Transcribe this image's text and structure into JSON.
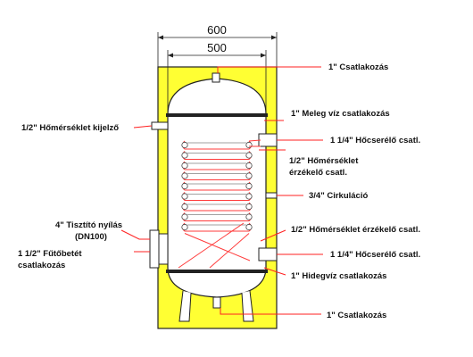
{
  "dimensions": {
    "outer": "600",
    "inner": "500"
  },
  "colors": {
    "insulation": "#ffff33",
    "tank_fill": "#ffffff",
    "outline": "#222222",
    "coil": "#ff3b3b",
    "leader": "#ff2020",
    "text": "#111111"
  },
  "labels": {
    "top_connection": "1\" Csatlakozás",
    "hot_water": "1\" Meleg víz csatlakozás",
    "temp_indicator": "1/2\" Hőmérséklet kijelző",
    "hx_conn_upper": "1 1/4\" Hőcserélő  csatl.",
    "temp_sensor_upper_line1": "1/2\" Hőmérséklet",
    "temp_sensor_upper_line2": "érzékelő csatl.",
    "circulation": "3/4\" Cirkuláció",
    "cleaning_line1": "4\" Tisztító nyílás",
    "cleaning_line2": "(DN100)",
    "temp_sensor_lower": "1/2\" Hőmérséklet  érzékelő csatl.",
    "heating_element_line1": "1 1/2\" Fűtőbetét",
    "heating_element_line2": "csatlakozás",
    "hx_conn_lower": "1 1/4\" Hőcserélő  csatl.",
    "cold_water": "1\" Hidegvíz csatlakozás",
    "bottom_connection": "1\" Csatlakozás"
  }
}
